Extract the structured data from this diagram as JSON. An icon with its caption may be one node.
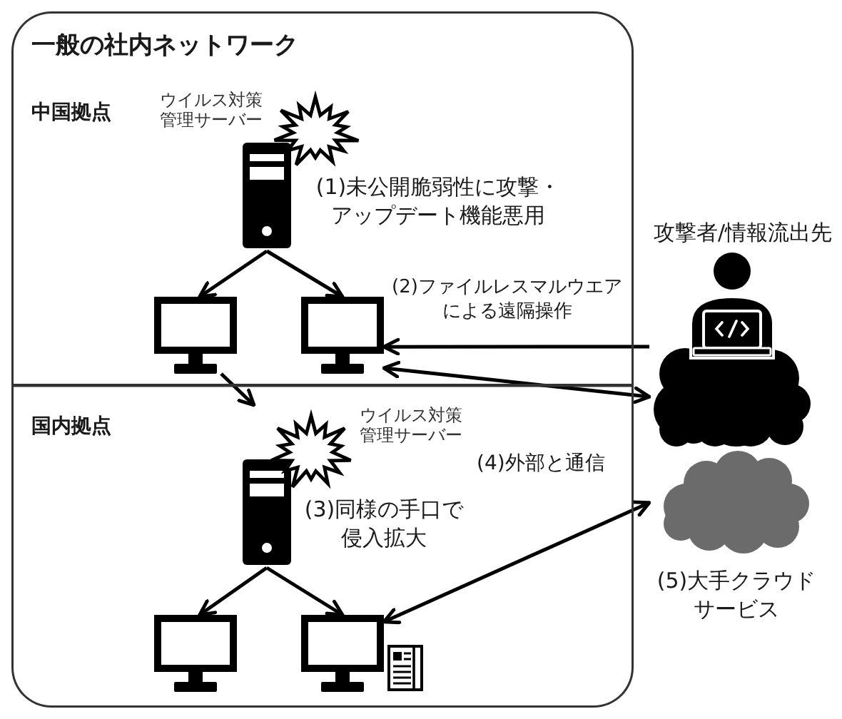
{
  "diagram": {
    "nodes": [
      {
        "text": [
          "一般の社内ネットワーク"
        ]
      },
      {
        "text": [
          "中国拠点"
        ],
        "in": 0
      },
      {
        "text": [
          "ウイルス対策管理サーバー"
        ],
        "beside": [
          "(1)未公開脆弱性に攻撃・アップデート機能悪用"
        ],
        "in": 1
      },
      {
        "text": [],
        "shape": "monitor",
        "in": 1
      },
      {
        "text": [],
        "shape": "monitor",
        "in": 1
      },
      {
        "text": [
          "国内拠点"
        ],
        "in": 0
      },
      {
        "text": [
          "ウイルス対策管理サーバー",
          "(3)同様の手口で侵入拡大"
        ],
        "in": 5
      },
      {
        "text": [],
        "shape": "monitor",
        "in": 5
      },
      {
        "text": [],
        "shape": "monitor",
        "in": 5
      },
      {
        "text": [
          "攻撃者/情報流出先"
        ]
      },
      {
        "text": [
          "(5)大手クラウドサービス"
        ]
      }
    ],
    "edges": [
      {
        "from": 2,
        "to": 3,
        "arrow": "to"
      },
      {
        "from": 2,
        "to": 4,
        "arrow": "to"
      },
      {
        "from": 9,
        "to": 4,
        "arrow": "to",
        "label": "(2)ファイルレスマルウエアによる遠隔操作"
      },
      {
        "from": 4,
        "to": 9,
        "arrow": "both"
      },
      {
        "from": 3,
        "to": 6,
        "arrow": "to"
      },
      {
        "from": 6,
        "to": 7,
        "arrow": "to"
      },
      {
        "from": 6,
        "to": 8,
        "arrow": "to"
      },
      {
        "from": 8,
        "to": 10,
        "arrow": "both",
        "label": "(4)外部と通信"
      }
    ]
  }
}
